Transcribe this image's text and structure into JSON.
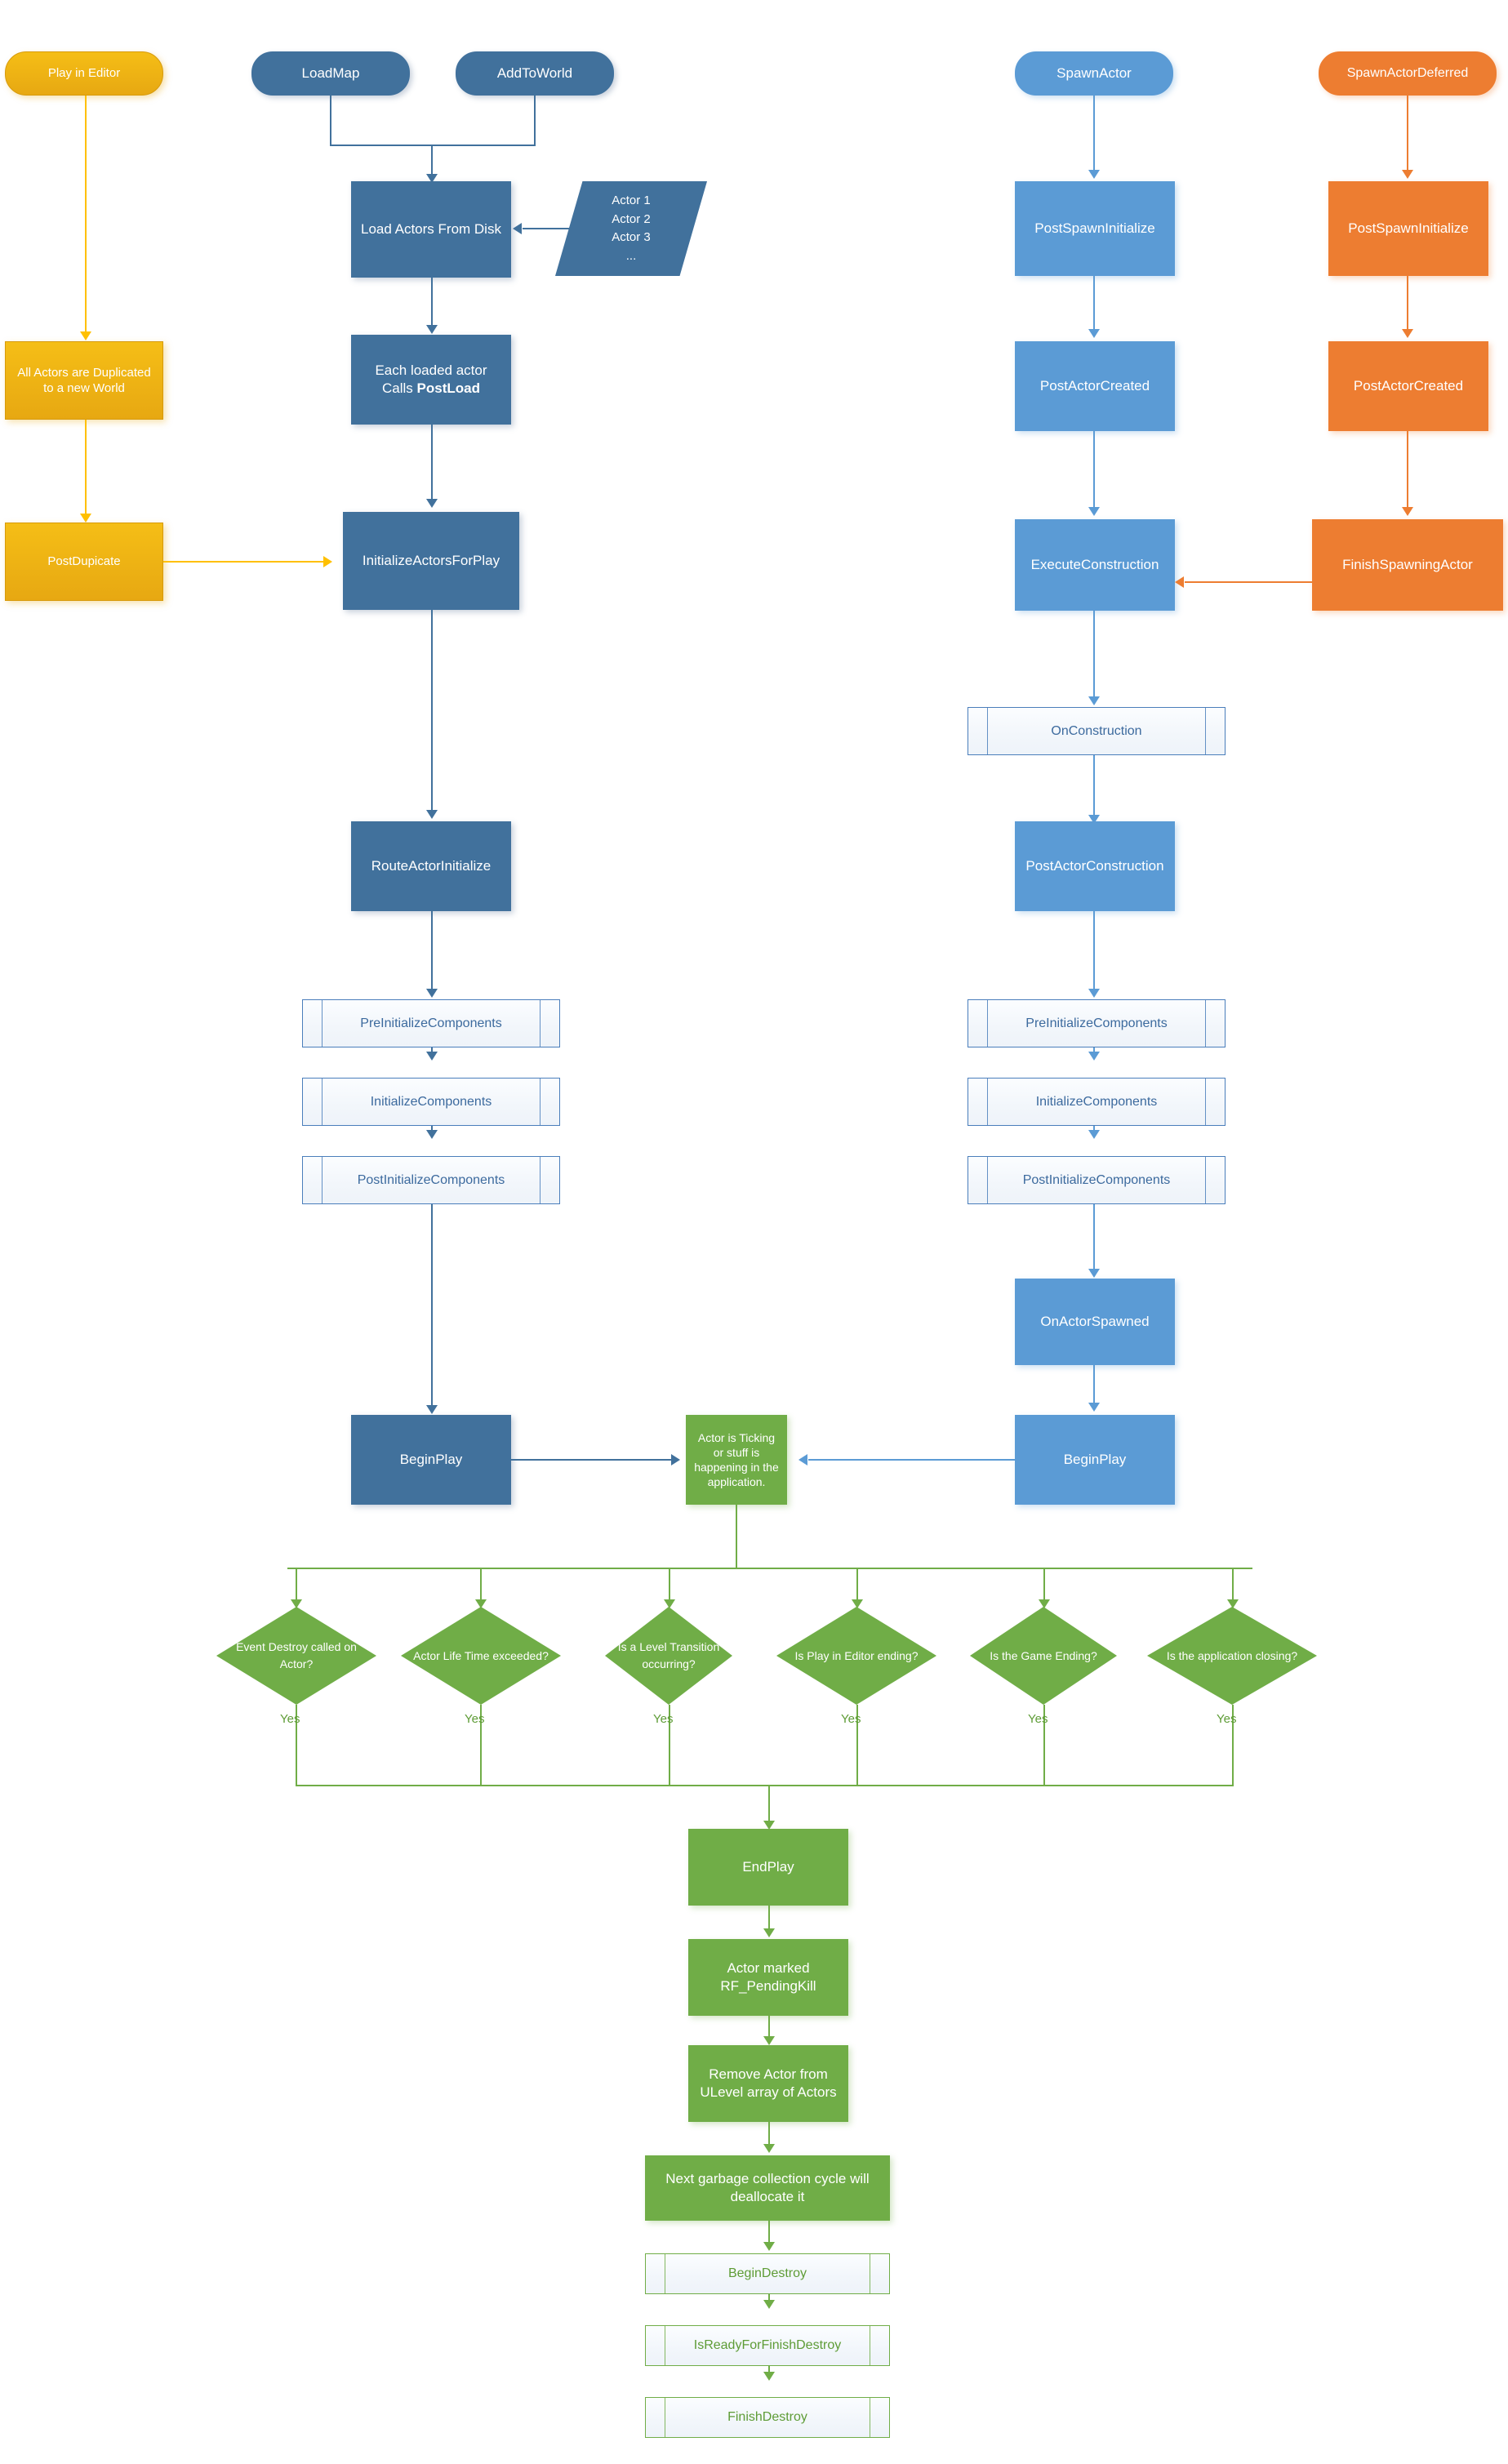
{
  "diagram": {
    "title": "Unreal Engine Actor Lifecycle Flowchart",
    "colors": {
      "dark_blue": "#41719C",
      "light_blue": "#5B9BD5",
      "orange": "#ED7D31",
      "green": "#70AD47",
      "yellow": "#F0B310",
      "dark_green_text": "#5E9C36"
    },
    "columns": {
      "editor": "Play in Editor",
      "loadmap": "LoadMap",
      "addtoworld": "AddToWorld",
      "spawnactor": "SpawnActor",
      "spawnactordeferred": "SpawnActorDeferred"
    },
    "nodes": {
      "play_in_editor": "Play in Editor",
      "load_map": "LoadMap",
      "add_to_world": "AddToWorld",
      "spawn_actor": "SpawnActor",
      "spawn_actor_deferred": "SpawnActorDeferred",
      "load_actors_from_disk": "Load Actors From Disk",
      "actor_list": "Actor 1\nActor 2\nActor 3\n...",
      "actor_list_1": "Actor 1",
      "actor_list_2": "Actor 2",
      "actor_list_3": "Actor 3",
      "actor_list_4": "...",
      "all_actors_duplicated": "All Actors are Duplicated to a new World",
      "each_loaded_actor_pre": "Each loaded actor",
      "each_loaded_actor_calls": "Calls ",
      "each_loaded_actor_bold": "PostLoad",
      "post_duplicate": "PostDupicate",
      "initialize_actors_for_play": "InitializeActorsForPlay",
      "post_spawn_initialize_blue": "PostSpawnInitialize",
      "post_spawn_initialize_orange": "PostSpawnInitialize",
      "post_actor_created_blue": "PostActorCreated",
      "post_actor_created_orange": "PostActorCreated",
      "execute_construction": "ExecuteConstruction",
      "finish_spawning_actor": "FinishSpawningActor",
      "on_construction": "OnConstruction",
      "post_actor_construction": "PostActorConstruction",
      "route_actor_initialize": "RouteActorInitialize",
      "pre_initialize_components_left": "PreInitializeComponents",
      "initialize_components_left": "InitializeComponents",
      "post_initialize_components_left": "PostInitializeComponents",
      "pre_initialize_components_right": "PreInitializeComponents",
      "initialize_components_right": "InitializeComponents",
      "post_initialize_components_right": "PostInitializeComponents",
      "on_actor_spawned": "OnActorSpawned",
      "begin_play_left": "BeginPlay",
      "begin_play_right": "BeginPlay",
      "actor_is_ticking": "Actor is Ticking or stuff is happening in the application.",
      "end_play": "EndPlay",
      "actor_marked_pendingkill": "Actor marked RF_PendingKill",
      "remove_actor_from_ulevel": "Remove Actor from ULevel array of Actors",
      "next_gc_cycle": "Next garbage collection cycle will deallocate it",
      "begin_destroy": "BeginDestroy",
      "is_ready_for_finish_destroy": "IsReadyForFinishDestroy",
      "finish_destroy": "FinishDestroy"
    },
    "decisions": [
      {
        "id": "event-destroy",
        "label": "Event Destroy called on Actor?",
        "edge": "Yes"
      },
      {
        "id": "life-time",
        "label": "Actor Life Time exceeded?",
        "edge": "Yes"
      },
      {
        "id": "level-transition",
        "label": "Is a Level Transition occurring?",
        "edge": "Yes"
      },
      {
        "id": "pie-ending",
        "label": "Is Play in Editor ending?",
        "edge": "Yes"
      },
      {
        "id": "game-ending",
        "label": "Is the Game Ending?",
        "edge": "Yes"
      },
      {
        "id": "app-closing",
        "label": "Is the application closing?",
        "edge": "Yes"
      }
    ]
  }
}
